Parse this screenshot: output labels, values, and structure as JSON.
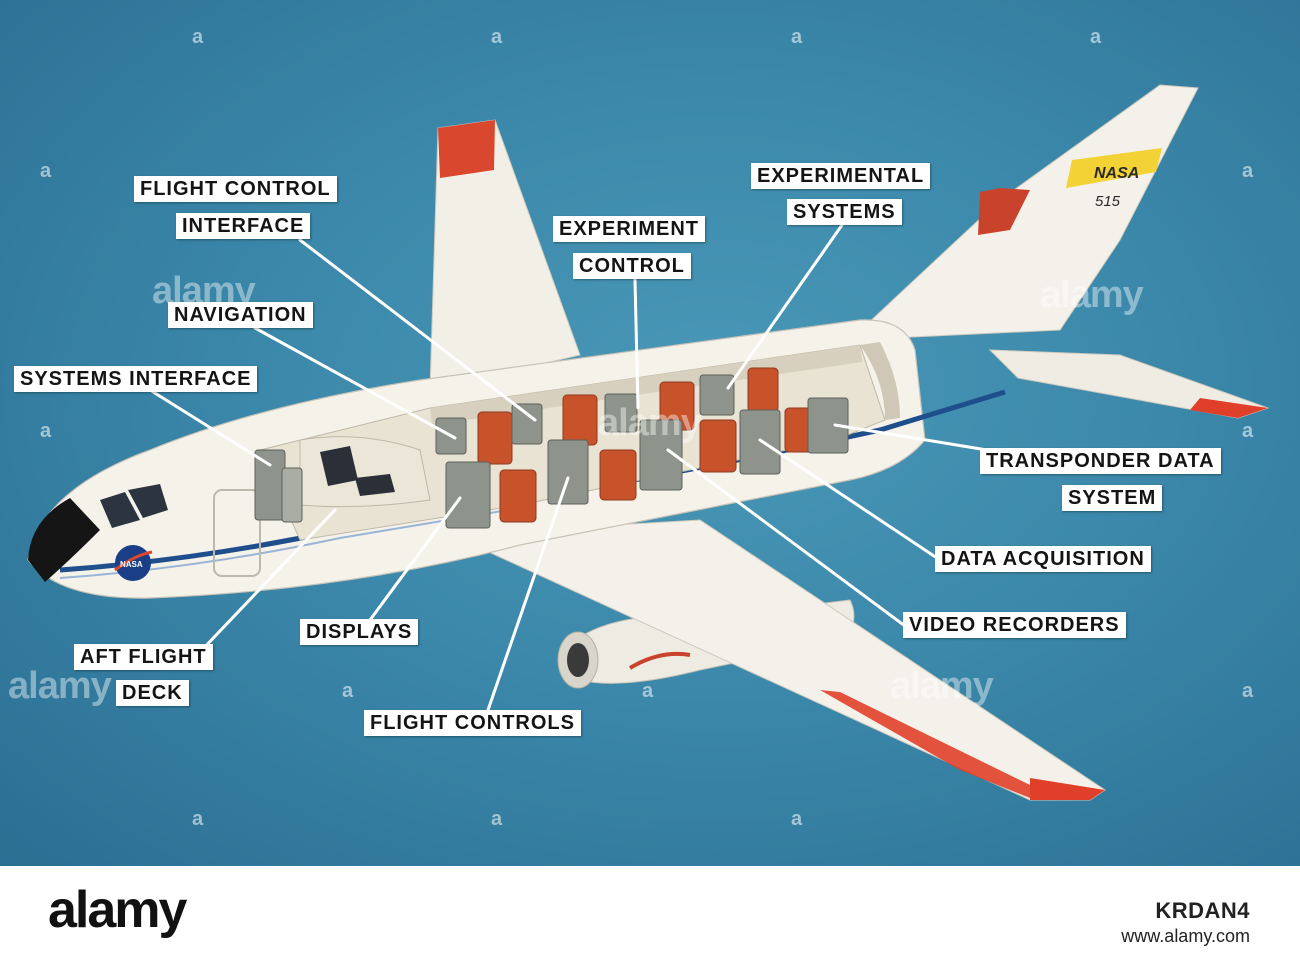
{
  "labels": {
    "flight_control_1": "FLIGHT CONTROL",
    "flight_control_2": "INTERFACE",
    "experiment_control_1": "EXPERIMENT",
    "experiment_control_2": "CONTROL",
    "experimental_systems_1": "EXPERIMENTAL",
    "experimental_systems_2": "SYSTEMS",
    "navigation": "NAVIGATION",
    "systems_interface": "SYSTEMS INTERFACE",
    "transponder_1": "TRANSPONDER DATA",
    "transponder_2": "SYSTEM",
    "data_acquisition": "DATA ACQUISITION",
    "video_recorders": "VIDEO RECORDERS",
    "displays": "DISPLAYS",
    "aft_flight_1": "AFT FLIGHT",
    "aft_flight_2": "DECK",
    "flight_controls": "FLIGHT CONTROLS"
  },
  "aircraft": {
    "tail_logo": "NASA",
    "tail_number": "515",
    "nose_logo": "NASA"
  },
  "watermark": {
    "brand": "alamy",
    "mark": "a"
  },
  "footer": {
    "logo": "alamy",
    "image_id": "KRDAN4",
    "url": "www.alamy.com"
  },
  "colors": {
    "background": "#3b88aa",
    "fuselage": "#f4f1ea",
    "stripe": "#1f4e8c",
    "seat": "#c8522a",
    "equipment": "#8e948c",
    "wingtip": "#e0402a"
  }
}
